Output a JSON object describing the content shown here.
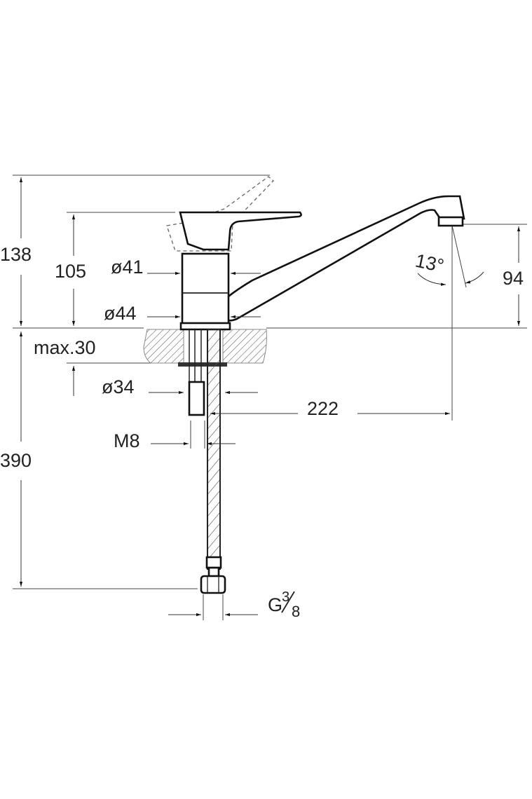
{
  "title": "Single lever sink mixer technical drawing",
  "dimensions": {
    "total_height": "138",
    "lever_height": "105",
    "body_diameter_top": "ø41",
    "body_diameter_base": "ø44",
    "max_counter_thickness": "max.30",
    "hole_diameter": "ø34",
    "spout_reach": "222",
    "spout_height": "94",
    "spout_angle": "13°",
    "thread": "M8",
    "hose_length": "390",
    "connection_thread": "G",
    "connection_fraction_num": "3",
    "connection_fraction_den": "8"
  },
  "colors": {
    "line": "#222222",
    "hatch": "#666666"
  }
}
